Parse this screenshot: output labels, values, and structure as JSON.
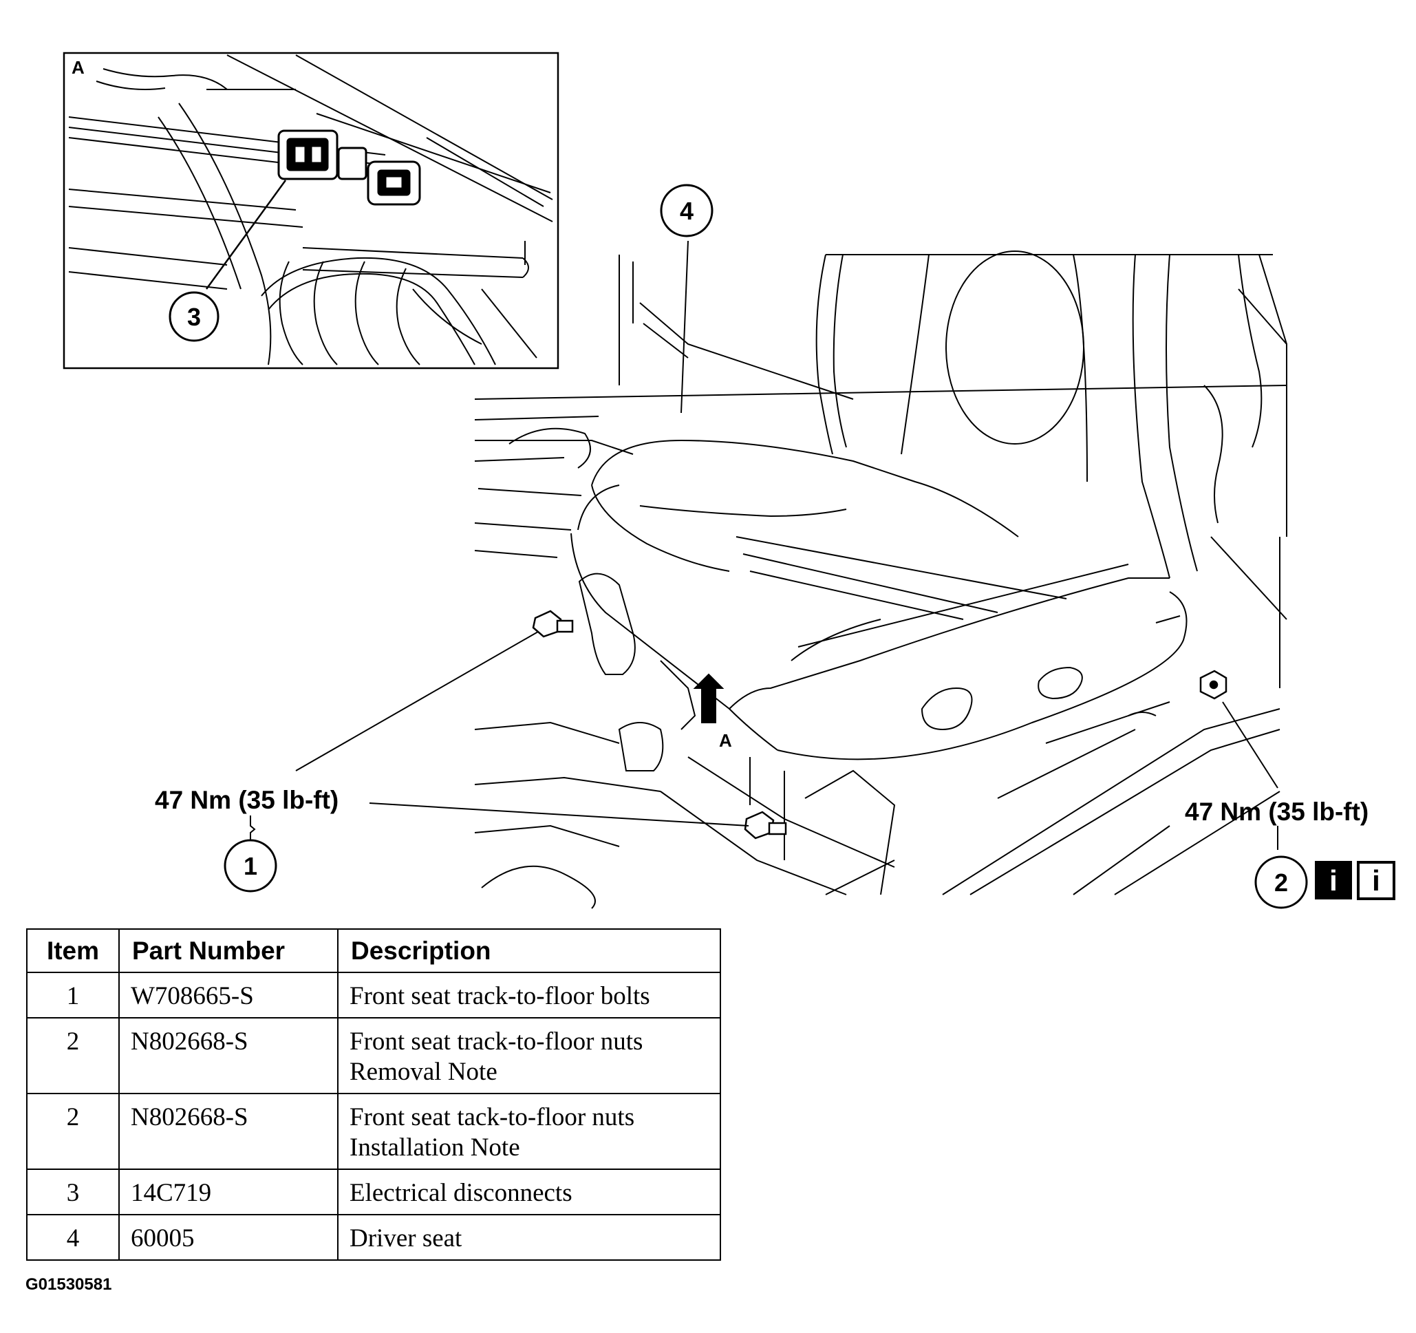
{
  "inset": {
    "view_letter": "A",
    "callout_3": "3"
  },
  "main_view": {
    "callout_4": "4",
    "view_arrow_letter": "A",
    "callout_1": "1",
    "callout_2": "2",
    "torque_left": "47 Nm (35 lb-ft)",
    "torque_right": "47 Nm (35 lb-ft)",
    "info_icon_solid": "i",
    "info_icon_outline": "i"
  },
  "table": {
    "headers": {
      "item": "Item",
      "part_number": "Part Number",
      "description": "Description"
    },
    "rows": [
      {
        "item": "1",
        "part_number": "W708665-S",
        "desc_line1": "Front seat track-to-floor bolts",
        "desc_line2": ""
      },
      {
        "item": "2",
        "part_number": "N802668-S",
        "desc_line1": "Front seat track-to-floor nuts",
        "desc_line2": "Removal Note"
      },
      {
        "item": "2",
        "part_number": "N802668-S",
        "desc_line1": "Front seat tack-to-floor nuts",
        "desc_line2": "Installation Note"
      },
      {
        "item": "3",
        "part_number": "14C719",
        "desc_line1": "Electrical disconnects",
        "desc_line2": ""
      },
      {
        "item": "4",
        "part_number": "60005",
        "desc_line1": "Driver seat",
        "desc_line2": ""
      }
    ]
  },
  "figure_id": "G01530581"
}
